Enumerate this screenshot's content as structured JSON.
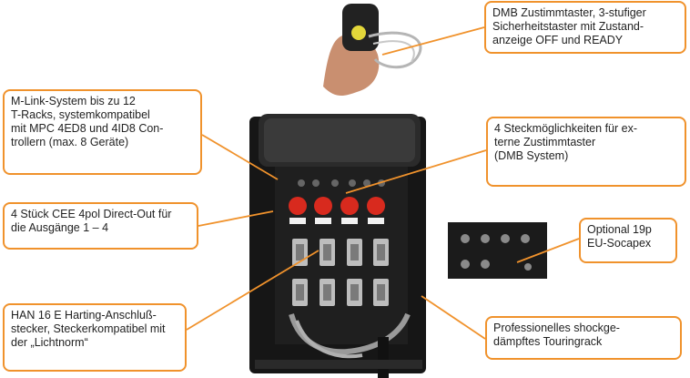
{
  "callouts": {
    "dmb": "DMB Zustimmtaster, 3-stufiger\nSicherheitstaster mit Zustand-\nanzeige OFF und READY",
    "mlink": "M-Link-System bis zu 12\nT-Racks,  systemkompatibel\nmit MPC 4ED8 und 4ID8 Con-\ntrollern (max. 8 Geräte)",
    "steck": "4 Steckmöglichkeiten für ex-\nterne Zustimmtaster\n(DMB System)",
    "cee": "4 Stück CEE 4pol Direct-Out für\ndie Ausgänge 1 – 4",
    "socapex": "Optional 19p\nEU-Socapex",
    "han": "HAN 16 E Harting-Anschluß-\nstecker, Steckerkompatibel mit\nder „Lichtnorm“",
    "touring": "Professionelles shockge-\ndämpftes Touringrack"
  },
  "colors": {
    "accent": "#f0922c",
    "rack": "#1d1d1d",
    "cee_red": "#d82a1e"
  }
}
